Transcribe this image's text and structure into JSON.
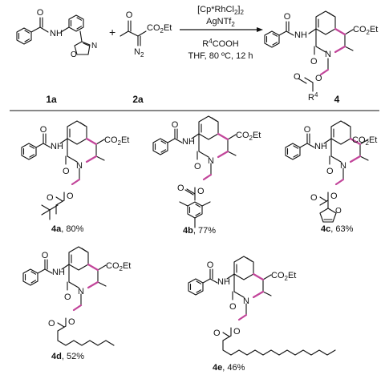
{
  "reaction": {
    "reagent_1": "[Cp*RhCl",
    "reagent_1_sub": "2",
    "reagent_1_end": "]",
    "reagent_1_end_sub": "2",
    "reagent_2": "AgNTf",
    "reagent_2_sub": "2",
    "acid_prefix": "R",
    "acid_sup": "4",
    "acid_suffix": "COOH",
    "conditions": "THF, 80 ºC, 12 h",
    "plus": "+",
    "ester_group": "CO",
    "ester_group_sub": "2",
    "ester_group_end": "Et",
    "diazo_n": "N",
    "diazo_n_sub": "2"
  },
  "atom_labels": {
    "nh": "NH",
    "n": "N",
    "o": "O",
    "r4": "R",
    "r4_sup": "4"
  },
  "compounds": {
    "sm_1a": "1a",
    "sm_2a": "2a",
    "product_4": "4"
  },
  "products": [
    {
      "id": "4a",
      "yield": ", 80%"
    },
    {
      "id": "4b",
      "yield": ", 77%"
    },
    {
      "id": "4c",
      "yield": ", 63%"
    },
    {
      "id": "4d",
      "yield": ", 52%"
    },
    {
      "id": "4e",
      "yield": ", 46%"
    }
  ]
}
